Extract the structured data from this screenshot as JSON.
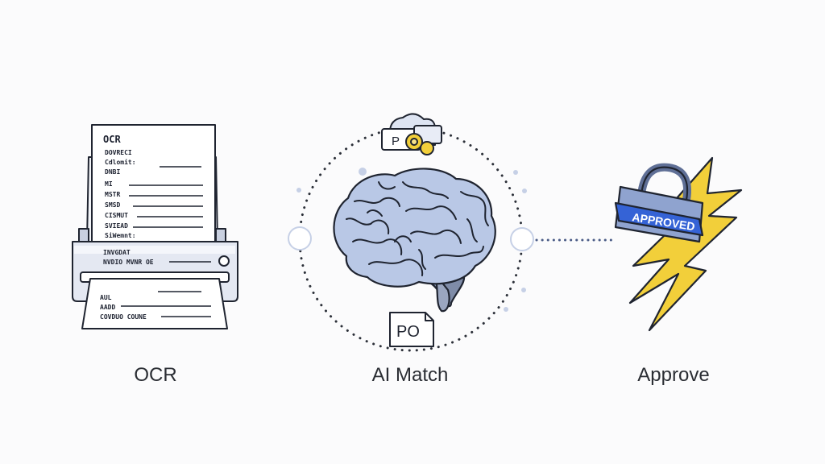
{
  "stages": [
    {
      "label": "OCR"
    },
    {
      "label": "AI Match"
    },
    {
      "label": "Approve"
    }
  ],
  "ocr_document": {
    "heading": "OCR",
    "lines": [
      "DOVRECI",
      "Cdlomit:",
      "DNBI",
      "MI",
      "MSTR",
      "SMSD",
      "CISMUT",
      "SVIEAD",
      "SiWemnt:",
      "INVGDAT"
    ],
    "footer_line": "NVDIO MVNR OE"
  },
  "output_sheet": {
    "lines": [
      "AUL",
      "AADD",
      "COVDUO COUNE"
    ]
  },
  "ai_match": {
    "top_badge": "P",
    "bottom_badge": "PO"
  },
  "approve": {
    "lock_text": "APPROVED"
  },
  "colors": {
    "ink": "#1f2430",
    "brain_fill": "#b9c8e6",
    "lock_blue": "#3563d6",
    "bolt_yellow": "#f2cf3a",
    "dots": "#2b2f38"
  }
}
